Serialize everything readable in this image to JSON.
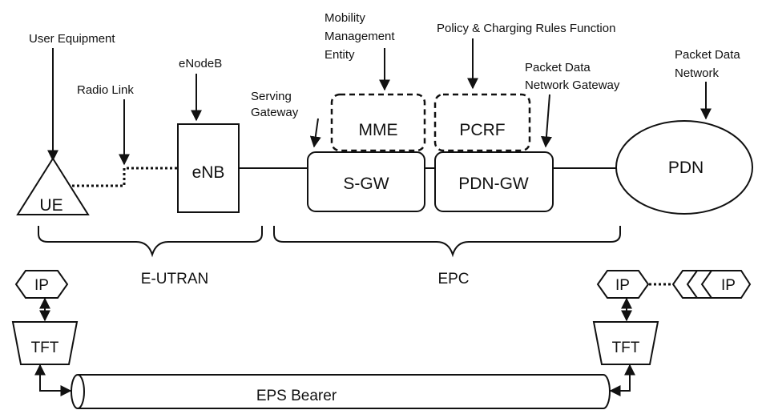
{
  "annotations": {
    "user_equipment": "User Equipment",
    "radio_link": "Radio Link",
    "enodeb": "eNodeB",
    "serving_gateway": [
      "Serving",
      "Gateway"
    ],
    "mobility_management_entity": [
      "Mobility",
      "Management",
      "Entity"
    ],
    "pcrf_full": "Policy & Charging Rules Function",
    "pdn_gateway_full": [
      "Packet Data",
      "Network Gateway"
    ],
    "packet_data_network": [
      "Packet Data",
      "Network"
    ]
  },
  "nodes": {
    "ue": "UE",
    "enb": "eNB",
    "mme": "MME",
    "pcrf": "PCRF",
    "sgw": "S-GW",
    "pdngw": "PDN-GW",
    "pdn": "PDN"
  },
  "groups": {
    "eutran": "E-UTRAN",
    "epc": "EPC"
  },
  "bearer": {
    "ip_left": "IP",
    "tft_left": "TFT",
    "ip_right": "IP",
    "ip_far_right": "IP",
    "tft_right": "TFT",
    "eps_bearer": "EPS Bearer"
  }
}
